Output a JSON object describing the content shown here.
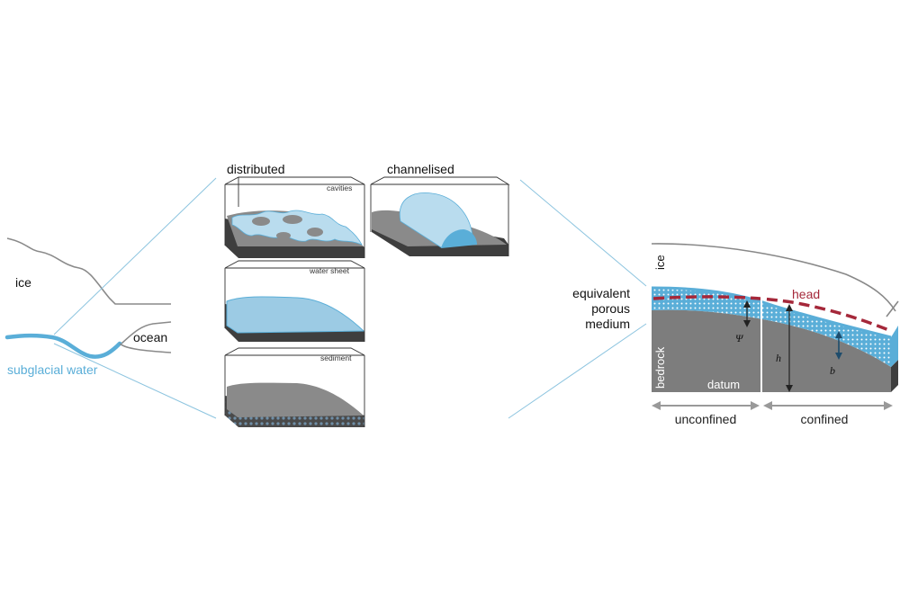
{
  "overview": {
    "ice_label": "ice",
    "ocean_label": "ocean",
    "water_label": "subglacial water"
  },
  "systems": {
    "distributed_title": "distributed",
    "channelised_title": "channelised",
    "cavities_label": "cavities",
    "sheet_label": "water sheet",
    "sediment_label": "sediment"
  },
  "epm": {
    "title_lines": [
      "equivalent",
      "porous",
      "medium"
    ],
    "ice_label": "ice",
    "bedrock_label": "bedrock",
    "head_label": "head",
    "datum_label": "datum",
    "psi_label": "Ψ",
    "h_label": "h",
    "b_label": "b",
    "unconfined_label": "unconfined",
    "confined_label": "confined"
  },
  "colors": {
    "water": "#5aaed8",
    "water_light": "#b9dcee",
    "bedrock": "#7d7d7d",
    "bedrock_dark": "#3e3e3e",
    "head": "#a5283a",
    "line": "#888888",
    "connector": "#8cc4df"
  }
}
